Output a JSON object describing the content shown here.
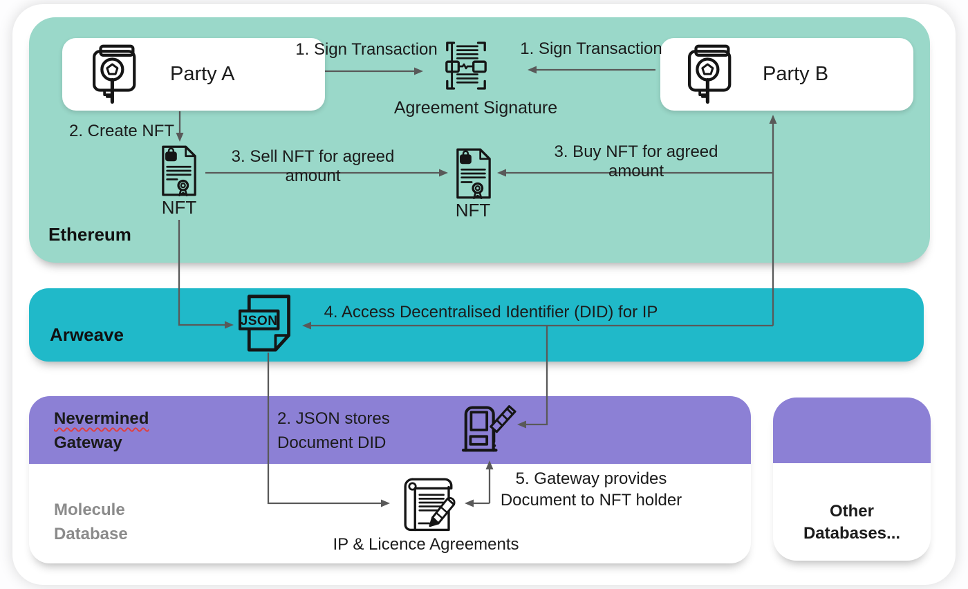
{
  "ethereum": {
    "label": "Ethereum",
    "party_a": "Party A",
    "party_b": "Party B",
    "sign_left": "1. Sign Transaction",
    "sign_right": "1. Sign Transaction",
    "agreement_label": "Agreement Signature",
    "create_nft": "2. Create NFT",
    "nft_left_label": "NFT",
    "nft_right_label": "NFT",
    "sell_nft": "3. Sell NFT for agreed amount",
    "buy_nft": "3. Buy NFT for agreed amount"
  },
  "arweave": {
    "label": "Arweave",
    "json_badge": "JSON",
    "access_did": "4. Access Decentralised Identifier (DID) for IP"
  },
  "gateway": {
    "title_line1": "Nevermined",
    "title_line2": "Gateway",
    "json_stores_line1": "2. JSON stores",
    "json_stores_line2": "Document DID",
    "provides_line1": "5. Gateway provides",
    "provides_line2": "Document to NFT holder",
    "body_line1": "Molecule",
    "body_line2": "Database",
    "ip_label": "IP & Licence Agreements"
  },
  "other_db": {
    "line1": "Other",
    "line2": "Databases..."
  },
  "colors": {
    "ethereum_band": "#9AD8C9",
    "arweave_band": "#20B9C9",
    "gateway_header": "#8C80D5",
    "arrow": "#595959",
    "icon_stroke": "#151515"
  }
}
